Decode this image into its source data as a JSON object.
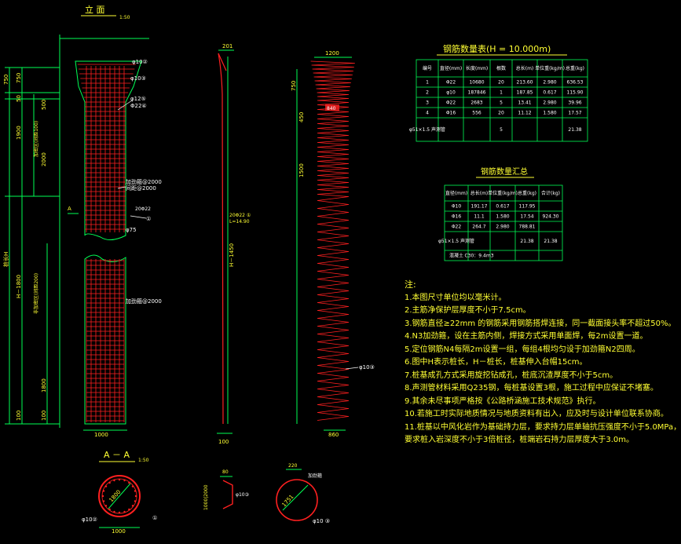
{
  "views": {
    "elevation_title": "立 面",
    "elevation_scale": "1:50",
    "section_title": "A － A",
    "section_scale": "1:50"
  },
  "elevation_dims": {
    "left": [
      "750",
      "50",
      "1900",
      "500",
      "2000",
      "H－1800",
      "1800",
      "100",
      "100"
    ],
    "inner_texts": [
      "加密区(间距100)",
      "非加密区(间距200)"
    ],
    "bottom": "1000",
    "top_callouts": [
      "φ10②",
      "φ10③",
      "φ12⑤",
      "Φ22④"
    ],
    "mid_callouts": [
      "加劲箍@2000",
      "间距@2000"
    ],
    "marker_a": "A",
    "marker_one": "①",
    "annotation_75": "φ75",
    "lower_callout": "加劲箍@2000"
  },
  "bar1": {
    "top_dim": "201",
    "mid": "H－1450",
    "callout": "20Φ22 ①",
    "callout2": "L=14.90",
    "bottom": "100"
  },
  "spiral": {
    "top_dim": "1200",
    "d1": "750",
    "d2": "450",
    "d3": "1500",
    "inner": "840",
    "callout": "φ10③",
    "bottom_dim": "860"
  },
  "table_main": {
    "title": "钢筋数量表(H = 10.000m)",
    "headers": [
      "编号",
      "直径(mm)",
      "长度(mm)",
      "根数",
      "总长(m)",
      "单位重(kg/m)",
      "总重(kg)"
    ],
    "rows": [
      [
        "1",
        "Φ22",
        "10680",
        "20",
        "213.60",
        "2.980",
        "636.53"
      ],
      [
        "2",
        "φ10",
        "187846",
        "1",
        "187.85",
        "0.617",
        "115.90"
      ],
      [
        "3",
        "Φ22",
        "2683",
        "5",
        "13.41",
        "2.980",
        "39.96"
      ],
      [
        "4",
        "Φ16",
        "556",
        "20",
        "11.12",
        "1.580",
        "17.57"
      ],
      [
        "φ51×1.5 声测管",
        "",
        "",
        "5",
        "",
        "",
        "21.38"
      ]
    ]
  },
  "table_summary": {
    "title": "钢筋数量汇总",
    "headers": [
      "直径(mm)",
      "总长(m)",
      "单位重(kg/m)",
      "总重(kg)",
      "合计(kg)"
    ],
    "rows": [
      [
        "Φ10",
        "191.17",
        "0.617",
        "117.95",
        ""
      ],
      [
        "Φ16",
        "11.1",
        "1.580",
        "17.54",
        "924.30"
      ],
      [
        "Φ22",
        "264.7",
        "2.980",
        "788.81",
        ""
      ],
      [
        "φ51×1.5 声测管",
        "",
        "",
        "21.38",
        "21.38"
      ],
      [
        "混凝土",
        "C30：9.4m3",
        "",
        "",
        ""
      ]
    ]
  },
  "notes": {
    "title": "注:",
    "items": [
      "1.本图尺寸单位均以毫米计。",
      "2.主筋净保护层厚度不小于7.5cm。",
      "3.钢筋直径≥22mm 的钢筋采用钢筋搭焊连接，同一截面接头率不超过50%。",
      "4.N3加劲箍，设在主筋内侧，焊接方式采用单面焊，每2m设置一道。",
      "5.定位钢筋N4每隔2m设置一组，每组4根均匀设于加劲箍N2四周。",
      "6.图中H表示桩长，H－桩长，桩基伸入台帽15cm。",
      "7.桩基成孔方式采用旋挖钻成孔，桩底沉渣厚度不小于5cm。",
      "8.声测管材料采用Q235钢，每桩基设置3根，施工过程中应保证不堵塞。",
      "9.其余未尽事项严格按《公路桥涵施工技术规范》执行。",
      "10.若施工时实际地质情况与地质资料有出入，应及时与设计单位联系协商。",
      "11.桩基以中风化岩作为基础持力层，要求持力层单轴抗压强度不小于5.0MPa，",
      "要求桩入岩深度不小于3倍桩径，桩端岩石持力层厚度大于3.0m。"
    ]
  },
  "section_dims": {
    "inner": "1800",
    "width": "1000",
    "callouts": [
      "φ10②",
      "①"
    ],
    "small_top": "80",
    "small_label": "φ10③",
    "small_side": "1000|2000",
    "ring_top": "220",
    "ring_label": "加劲箍",
    "ring_inner": "1751",
    "ring_callout": "φ10 ③"
  },
  "colors": {
    "background": "#000000",
    "rebar": "#ff2020",
    "dimension": "#00ff55",
    "table": "#00ff55",
    "text": "#ffff33",
    "callout": "#ffffff"
  }
}
